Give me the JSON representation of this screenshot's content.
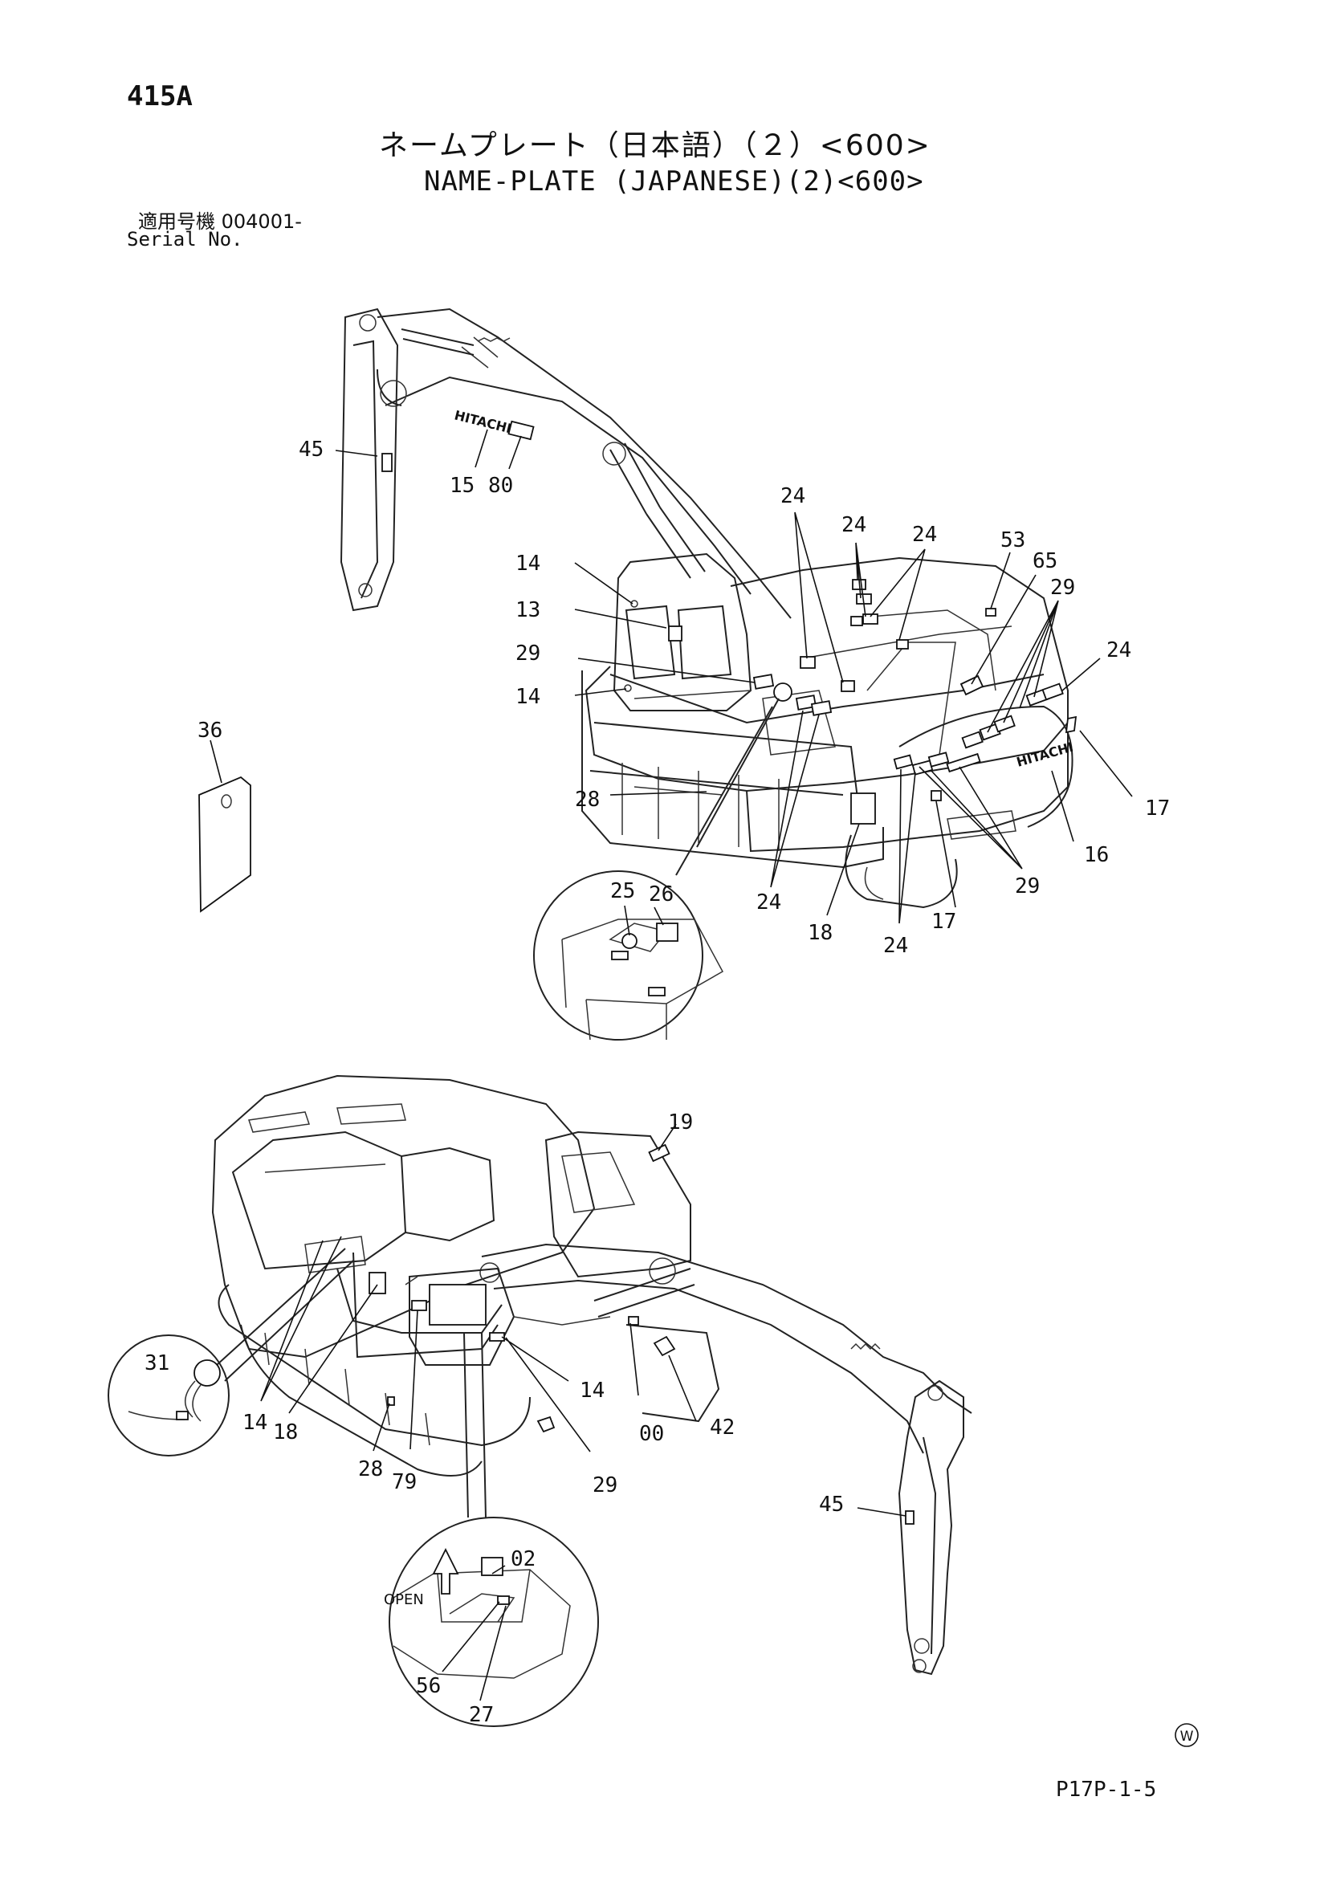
{
  "header": {
    "page_code": "415A",
    "title_jp": "ネームプレート（日本語）（２）<600>",
    "title_en": "NAME-PLATE (JAPANESE)(2)<600>",
    "serial_jp": "適用号機  004001-",
    "serial_en": "Serial No."
  },
  "brand_label": "HITACHI",
  "open_label": "OPEN",
  "watermark": "W",
  "footer": {
    "code": "P17P-1-5"
  },
  "callouts": {
    "c45_top": "45",
    "c15": "15",
    "c80": "80",
    "c14_a": "14",
    "c13": "13",
    "c29_a": "29",
    "c14_b": "14",
    "c24_a": "24",
    "c24_b": "24",
    "c24_c": "24",
    "c53": "53",
    "c65": "65",
    "c29_b": "29",
    "c24_d": "24",
    "c17_a": "17",
    "c16": "16",
    "c29_c": "29",
    "c17_b": "17",
    "c24_e": "24",
    "c18_a": "18",
    "c24_f": "24",
    "c28_a": "28",
    "c25": "25",
    "c26": "26",
    "c36": "36",
    "c19": "19",
    "c31": "31",
    "c14_c": "14",
    "c18_b": "18",
    "c14_d": "14",
    "c00": "00",
    "c42": "42",
    "c28_b": "28",
    "c79": "79",
    "c29_d": "29",
    "c45_bot": "45",
    "c02": "02",
    "c56": "56",
    "c27": "27"
  }
}
